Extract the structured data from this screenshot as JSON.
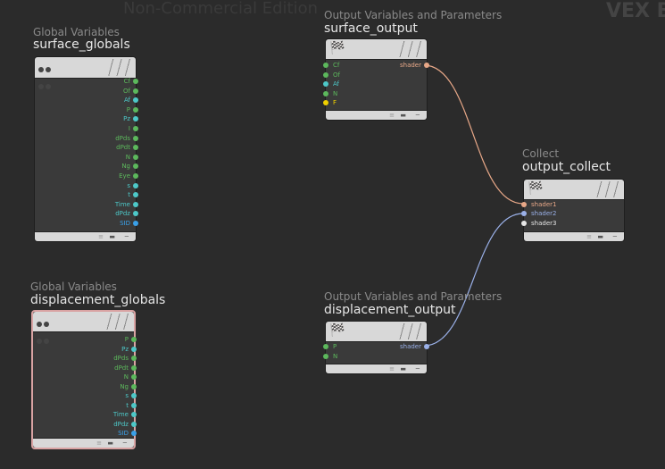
{
  "watermark": {
    "edition": "Non-Commercial Edition",
    "context": "VEX B"
  },
  "colors": {
    "green": "#5cb85c",
    "cyan": "#4dc8c8",
    "blue": "#3aa0e8",
    "yellow": "#f0d000",
    "orange": "#e8a888",
    "lavender": "#9ab0e8",
    "white": "#e6e6e6"
  },
  "nodes": {
    "surface_globals": {
      "category": "Global Variables",
      "name": "surface_globals",
      "outputs": [
        "Cf",
        "Of",
        "Af",
        "P",
        "Pz",
        "I",
        "dPds",
        "dPdt",
        "N",
        "Ng",
        "Eye",
        "s",
        "t",
        "Time",
        "dPdz",
        "SID"
      ]
    },
    "displacement_globals": {
      "category": "Global Variables",
      "name": "displacement_globals",
      "outputs": [
        "P",
        "Pz",
        "dPds",
        "dPdt",
        "N",
        "Ng",
        "s",
        "t",
        "Time",
        "dPdz",
        "SID"
      ]
    },
    "surface_output": {
      "category": "Output Variables and Parameters",
      "name": "surface_output",
      "inputs": [
        "Cf",
        "Of",
        "Af",
        "N",
        "F"
      ],
      "outputs": [
        "shader"
      ]
    },
    "displacement_output": {
      "category": "Output Variables and Parameters",
      "name": "displacement_output",
      "inputs": [
        "P",
        "N"
      ],
      "outputs": [
        "shader"
      ]
    },
    "output_collect": {
      "category": "Collect",
      "name": "output_collect",
      "inputs": [
        "shader1",
        "shader2",
        "shader3"
      ]
    }
  }
}
